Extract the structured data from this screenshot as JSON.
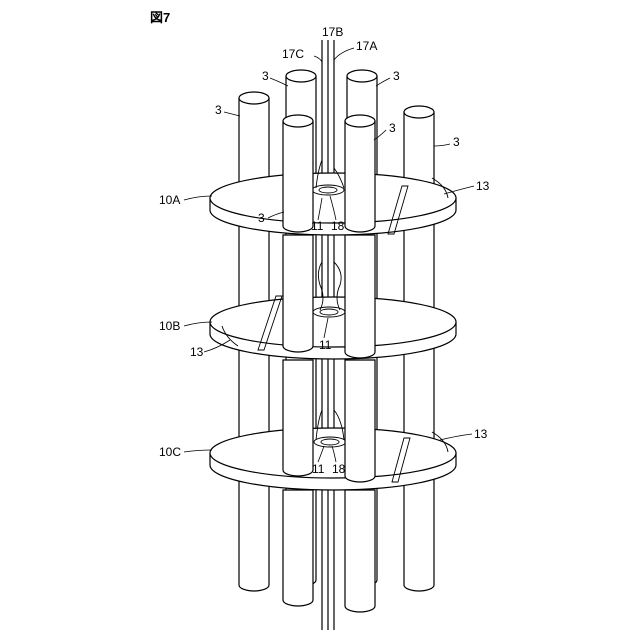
{
  "figure": {
    "title": "図7",
    "labels": {
      "rod_3": "3",
      "wire_17A": "17A",
      "wire_17B": "17B",
      "wire_17C": "17C",
      "disk_10A": "10A",
      "disk_10B": "10B",
      "disk_10C": "10C",
      "ring_11": "11",
      "core_18": "18",
      "slot_13": "13"
    }
  }
}
